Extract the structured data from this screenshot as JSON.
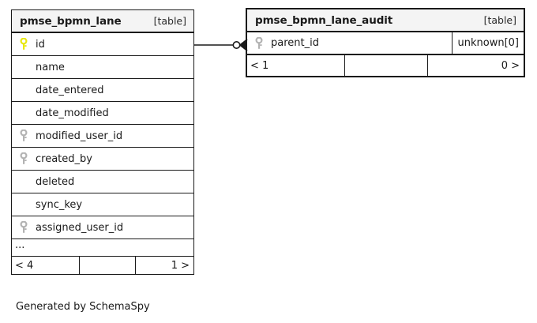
{
  "diagram": {
    "caption": "Generated by SchemaSpy",
    "kind_label": "[table]",
    "ellipsis": "...",
    "colors": {
      "primary_key": "#e8e80f",
      "foreign_key": "#b3b3b3",
      "border": "#1a1a1a",
      "header_background": "#f4f4f4",
      "background": "#ffffff"
    }
  },
  "tables": [
    {
      "name": "pmse_bpmn_lane",
      "kind": "[table]",
      "columns": [
        {
          "name": "id",
          "key": "primary",
          "type": ""
        },
        {
          "name": "name",
          "key": "none",
          "type": ""
        },
        {
          "name": "date_entered",
          "key": "none",
          "type": ""
        },
        {
          "name": "date_modified",
          "key": "none",
          "type": ""
        },
        {
          "name": "modified_user_id",
          "key": "foreign",
          "type": ""
        },
        {
          "name": "created_by",
          "key": "foreign",
          "type": ""
        },
        {
          "name": "deleted",
          "key": "none",
          "type": ""
        },
        {
          "name": "sync_key",
          "key": "none",
          "type": ""
        },
        {
          "name": "assigned_user_id",
          "key": "foreign",
          "type": ""
        }
      ],
      "more_indicator": "...",
      "footer": {
        "left": "< 4",
        "middle": "",
        "right": "1 >"
      }
    },
    {
      "name": "pmse_bpmn_lane_audit",
      "kind": "[table]",
      "columns": [
        {
          "name": "parent_id",
          "key": "foreign",
          "type": "unknown[0]"
        }
      ],
      "footer": {
        "left": "< 1",
        "middle": "",
        "right": "0 >"
      }
    }
  ],
  "relationship": {
    "from_table": "pmse_bpmn_lane",
    "from_column": "id",
    "to_table": "pmse_bpmn_lane_audit",
    "to_column": "parent_id",
    "source_cardinality": "zero-or-one",
    "target_cardinality": "many"
  }
}
